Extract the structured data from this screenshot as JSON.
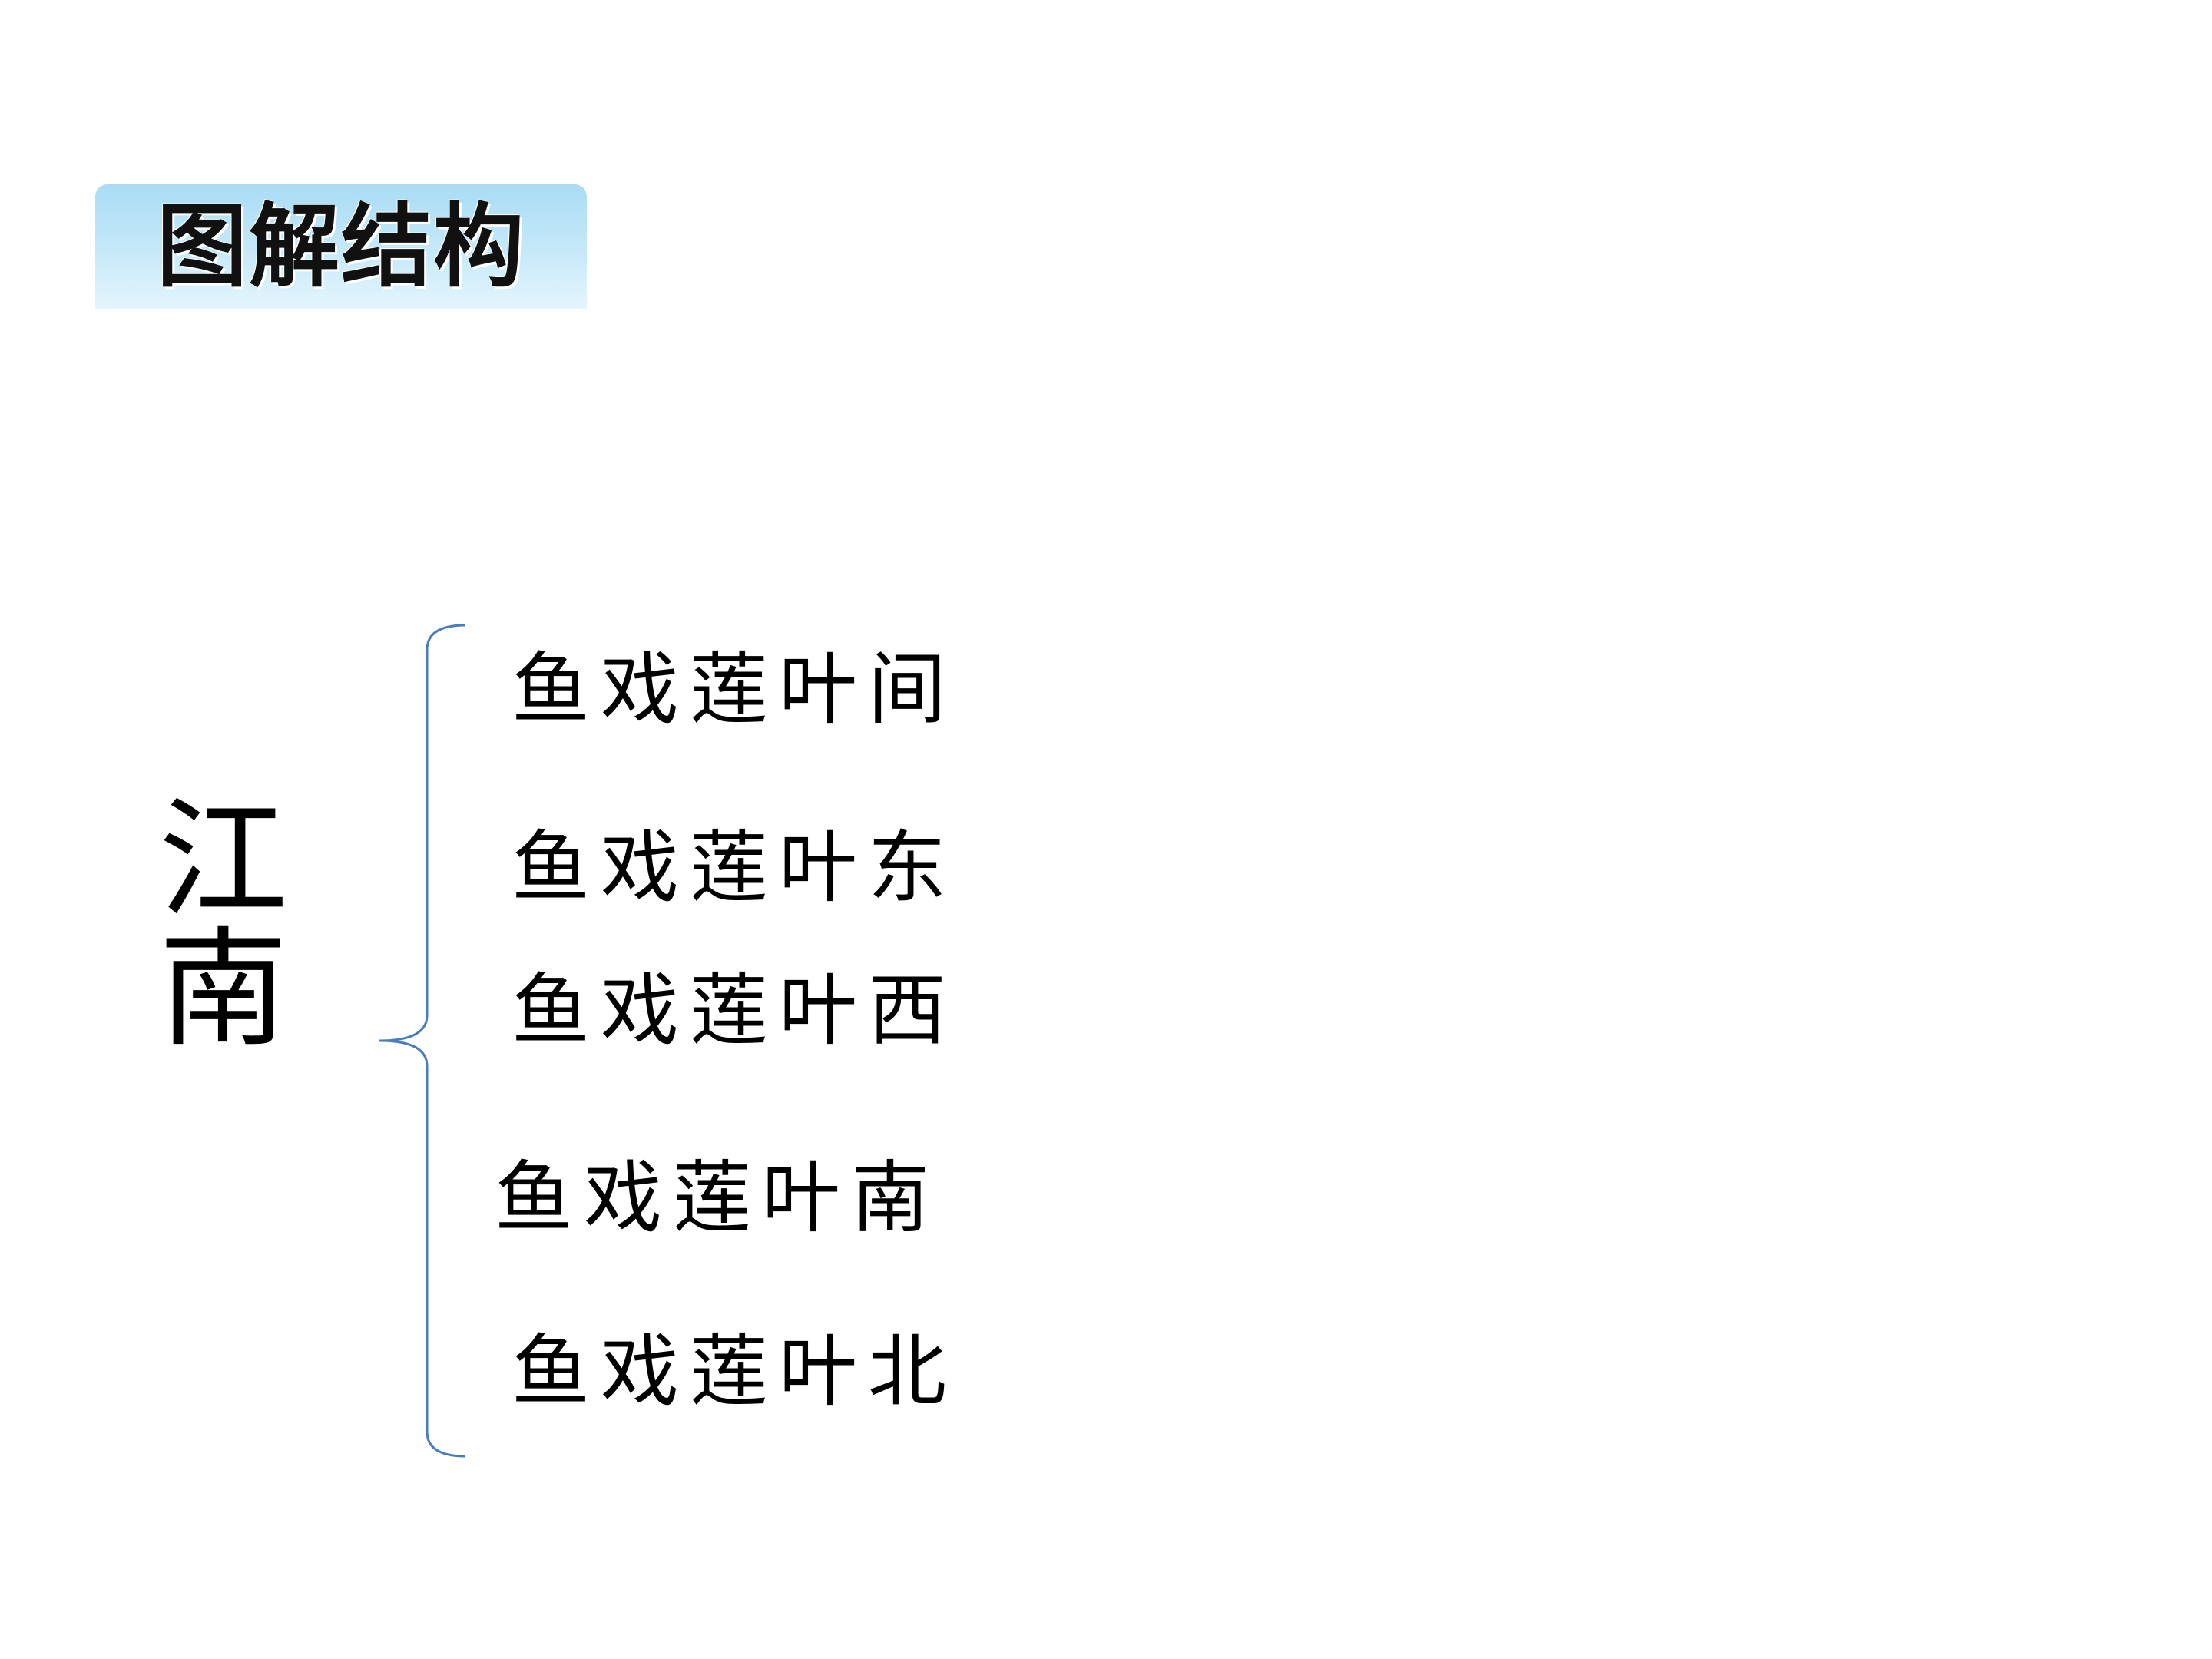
{
  "title": "图解结构",
  "root": "江南",
  "branches": [
    "鱼戏莲叶间",
    "鱼戏莲叶东",
    "鱼戏莲叶西",
    "鱼戏莲叶南",
    "鱼戏莲叶北"
  ],
  "colors": {
    "brace": "#4a7ebb",
    "badge_top": "#a9dcf4",
    "badge_bottom": "#e4f5fd",
    "text": "#000000"
  }
}
